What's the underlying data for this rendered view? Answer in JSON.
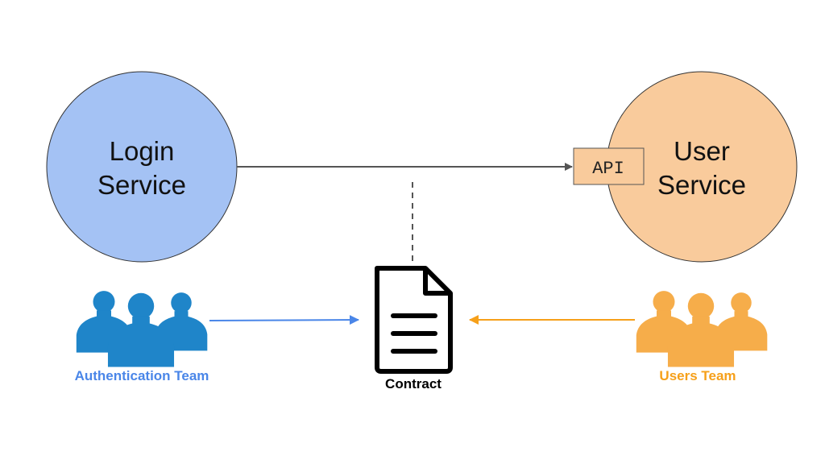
{
  "login_service": {
    "line1": "Login",
    "line2": "Service",
    "fill": "#a4c2f4"
  },
  "user_service": {
    "line1": "User",
    "line2": "Service",
    "fill": "#f9cb9c"
  },
  "api": {
    "label": "API",
    "fill": "#f9cb9c"
  },
  "contract": {
    "label": "Contract",
    "icon": "document-icon"
  },
  "auth_team": {
    "label": "Authentication Team",
    "color": "#4a86e8",
    "icon": "team-icon"
  },
  "users_team": {
    "label": "Users Team",
    "color": "#f6a01a",
    "icon": "team-icon"
  },
  "colors": {
    "arrow_gray": "#555555",
    "arrow_blue": "#4a86e8",
    "arrow_orange": "#f6a01a"
  }
}
